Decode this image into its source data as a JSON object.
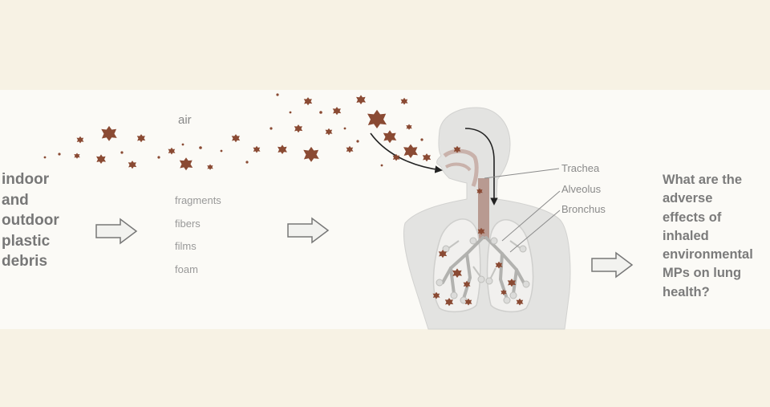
{
  "source": {
    "lines": [
      "indoor",
      "and",
      "outdoor",
      "plastic",
      "debris"
    ]
  },
  "air_label": "air",
  "particle_types": [
    "fragments",
    "fibers",
    "films",
    "foam"
  ],
  "anatomy_labels": {
    "trachea": "Trachea",
    "alveolus": "Alveolus",
    "bronchus": "Bronchus"
  },
  "question": "What are the\nadverse\neffects of\ninhaled\nenvironmental\nMPs on lung\nhealth?",
  "colors": {
    "particle": "#8a4a33",
    "body": "#e3e3e1",
    "airway": "#b89a91",
    "text": "#7b7b7b"
  },
  "icons": [
    "right-arrow-icon",
    "inhalation-arrow-icon",
    "plastic-particle-icon"
  ]
}
